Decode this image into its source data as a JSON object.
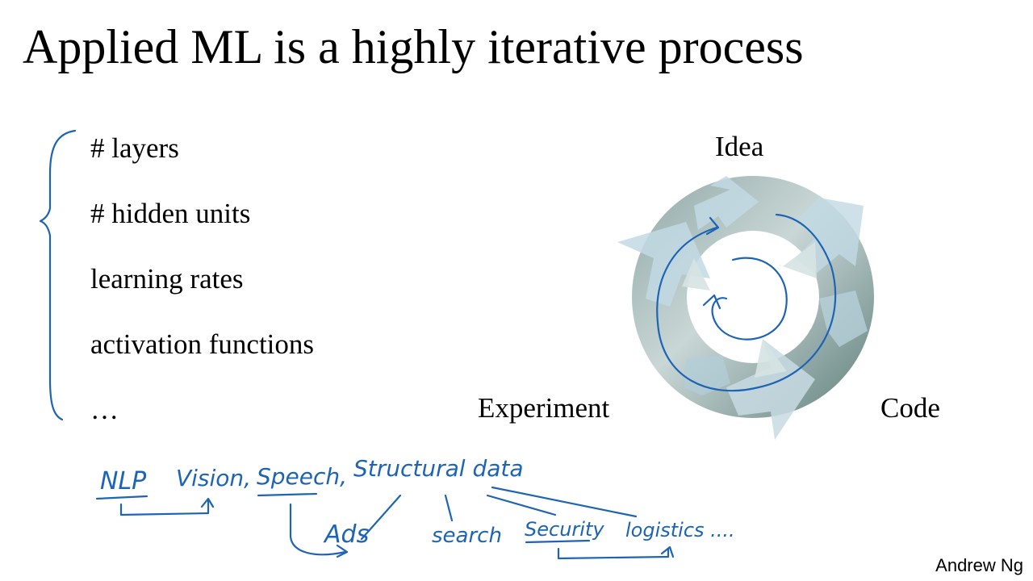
{
  "slide": {
    "title": "Applied ML is a highly iterative process",
    "footer": "Andrew Ng"
  },
  "hyperparameters": [
    "# layers",
    "# hidden units",
    "learning rates",
    "activation functions",
    "…"
  ],
  "cycle": {
    "idea": "Idea",
    "code": "Code",
    "experiment": "Experiment"
  },
  "annotations": {
    "domains": [
      "NLP",
      "Vision,",
      "Speech,",
      "Structural data"
    ],
    "structured_examples": [
      "Ads",
      "search",
      "Security",
      "logistics ...."
    ]
  },
  "colors": {
    "ink": "#1e64b4",
    "ring_dark": "#6f8f8c",
    "ring_light": "#cfdcdb",
    "arrow": "#c2d9e4"
  }
}
